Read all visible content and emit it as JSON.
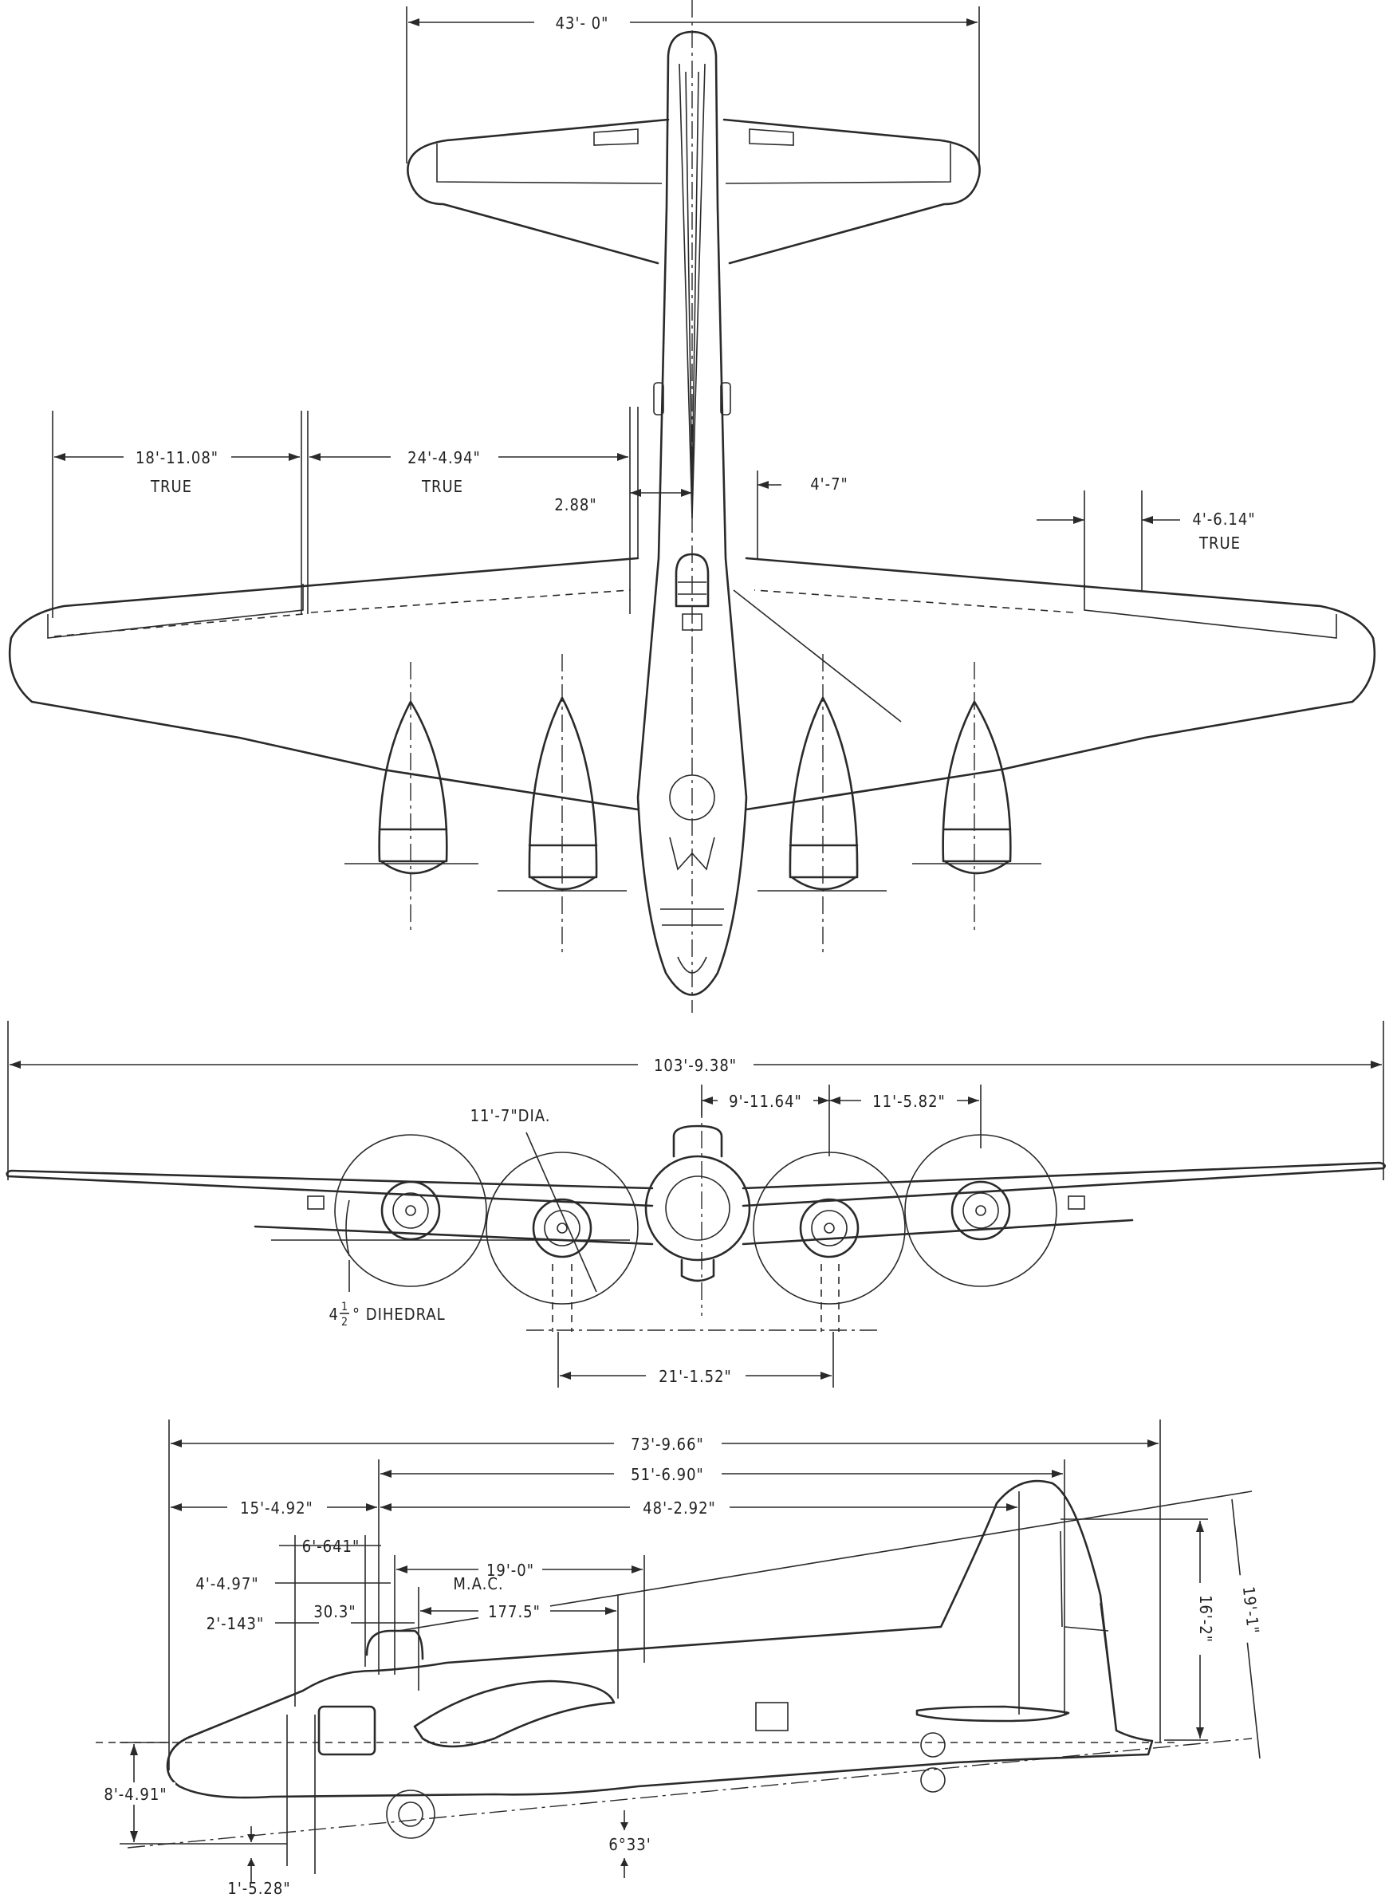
{
  "plan_view": {
    "tail_span": "43'- 0\"",
    "outer_panel": "18'-11.08\"",
    "outer_panel_note": "TRUE",
    "inner_panel": "24'-4.94\"",
    "inner_panel_note": "TRUE",
    "root_offset": "2.88\"",
    "fuselage_half": "4'-7\"",
    "aileron_chord": "4'-6.14\"",
    "aileron_note": "TRUE"
  },
  "front_view": {
    "wing_span": "103'-9.38\"",
    "prop_diameter": "11'-7\"DIA.",
    "inboard_station": "9'-11.64\"",
    "outboard_spacing": "11'-5.82\"",
    "dihedral_whole": "4",
    "dihedral_num": "1",
    "dihedral_den": "2",
    "dihedral_label": "° DIHEDRAL",
    "gear_tread": "21'-1.52\""
  },
  "side_view": {
    "overall_length": "73'-9.66\"",
    "dim_51": "51'-6.90\"",
    "dim_48": "48'-2.92\"",
    "dim_15": "15'-4.92\"",
    "dim_6": "6'-641\"",
    "dim_19": "19'-0\"",
    "dim_4": "4'-4.97\"",
    "mac_label": "M.A.C.",
    "mac_value": "177.5\"",
    "dim_2": "2'-143\"",
    "dim_30": "30.3\"",
    "height_fin": "16'-2\"",
    "height_total": "19'-1\"",
    "ground_height": "8'-4.91\"",
    "tail_down_angle": "6°33'",
    "lower_offset": "1'-5.28\""
  }
}
